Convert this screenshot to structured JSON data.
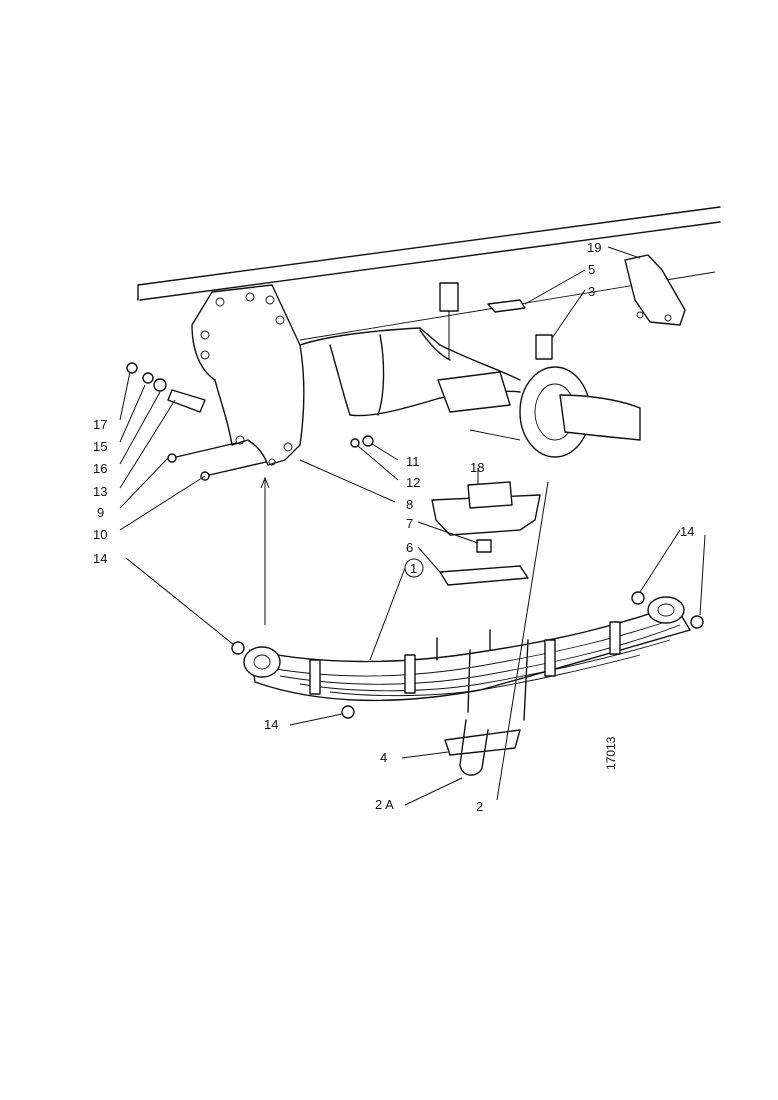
{
  "diagram": {
    "reference_number": "17013",
    "callouts": {
      "c19": "19",
      "c5": "5",
      "c3": "3",
      "c17": "17",
      "c15": "15",
      "c16": "16",
      "c13": "13",
      "c9": "9",
      "c10": "10",
      "c11": "11",
      "c12": "12",
      "c8": "8",
      "c18": "18",
      "c7": "7",
      "c6": "6",
      "c1": "1",
      "c14_left": "14",
      "c14_right": "14",
      "c14_bottom": "14",
      "c4": "4",
      "c2A": "2 A",
      "c2": "2"
    }
  }
}
